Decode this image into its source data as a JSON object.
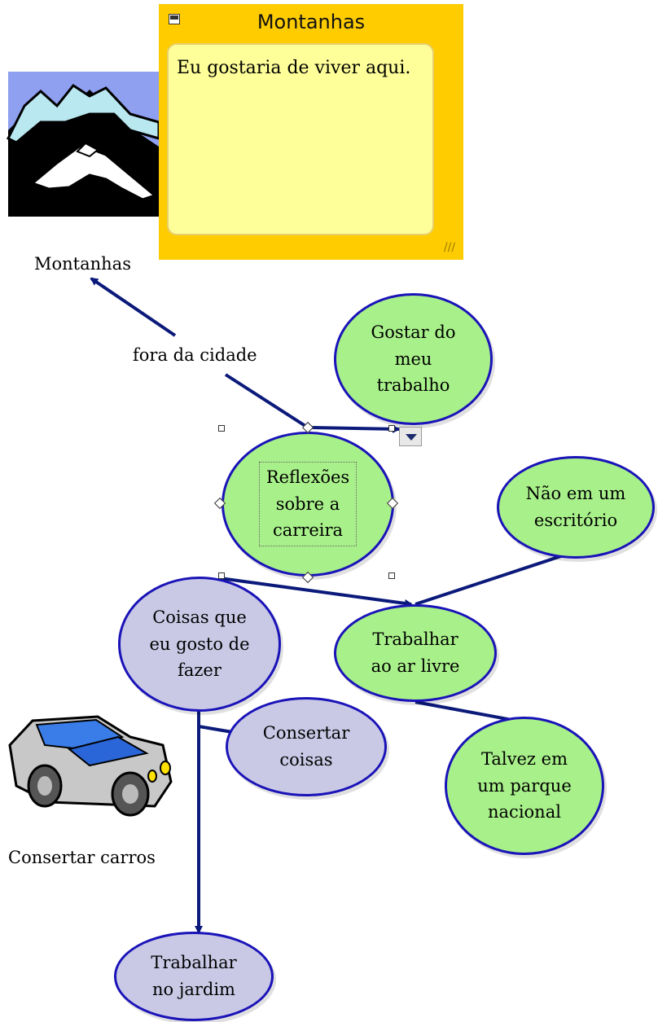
{
  "note": {
    "title": "Montanhas",
    "body": "Eu gostaria de viver aqui."
  },
  "labels": {
    "mountains": "Montanhas",
    "outside_city": "fora da cidade",
    "fix_cars": "Consertar carros"
  },
  "nodes": {
    "like_work": [
      "Gostar do",
      "meu",
      "trabalho"
    ],
    "career": [
      "Reflexões",
      "sobre a",
      "carreira"
    ],
    "not_office": [
      "Não em um",
      "escritório"
    ],
    "things_like": [
      "Coisas que",
      "eu gosto de",
      "fazer"
    ],
    "outdoors": [
      "Trabalhar",
      "ao ar livre"
    ],
    "fix_things": [
      "Consertar",
      "coisas"
    ],
    "national_park": [
      "Talvez em",
      "um parque",
      "nacional"
    ],
    "garden": [
      "Trabalhar",
      "no jardim"
    ]
  },
  "colors": {
    "link": "#0b1a7a",
    "node_border": "#1a13b8",
    "node_green": "#a8f08a",
    "node_lavender": "#c9c9e6",
    "note_frame": "#ffcc00",
    "note_body": "#ffff99"
  },
  "icons": {
    "mountain": "mountain-clipart-icon",
    "car": "car-clipart-icon"
  }
}
